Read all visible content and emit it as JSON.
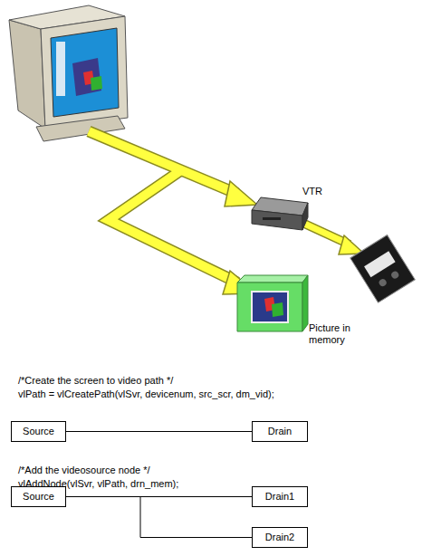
{
  "diagram": {
    "nodes": [
      {
        "text": [
          "Source"
        ]
      },
      {
        "text": [
          "Drain"
        ]
      },
      {
        "text": [
          "Source"
        ]
      },
      {
        "text": [
          "Drain1"
        ]
      },
      {
        "text": [
          "Drain2"
        ]
      }
    ],
    "edges": [
      {
        "from": 0,
        "to": 1,
        "arrow": "none"
      },
      {
        "from": 2,
        "to": 3,
        "arrow": "none"
      },
      {
        "from": 2,
        "to": 4,
        "arrow": "none"
      }
    ],
    "labels": [
      "VTR",
      "Picture in memory",
      "/*Create the screen to video path */",
      "vlPath = vlCreatePath(vlSvr, devicenum, src_scr, dm_vid);",
      "/*Add the videosource node */",
      "vlAddNode(vlSvr, vlPath, drn_mem);"
    ]
  }
}
